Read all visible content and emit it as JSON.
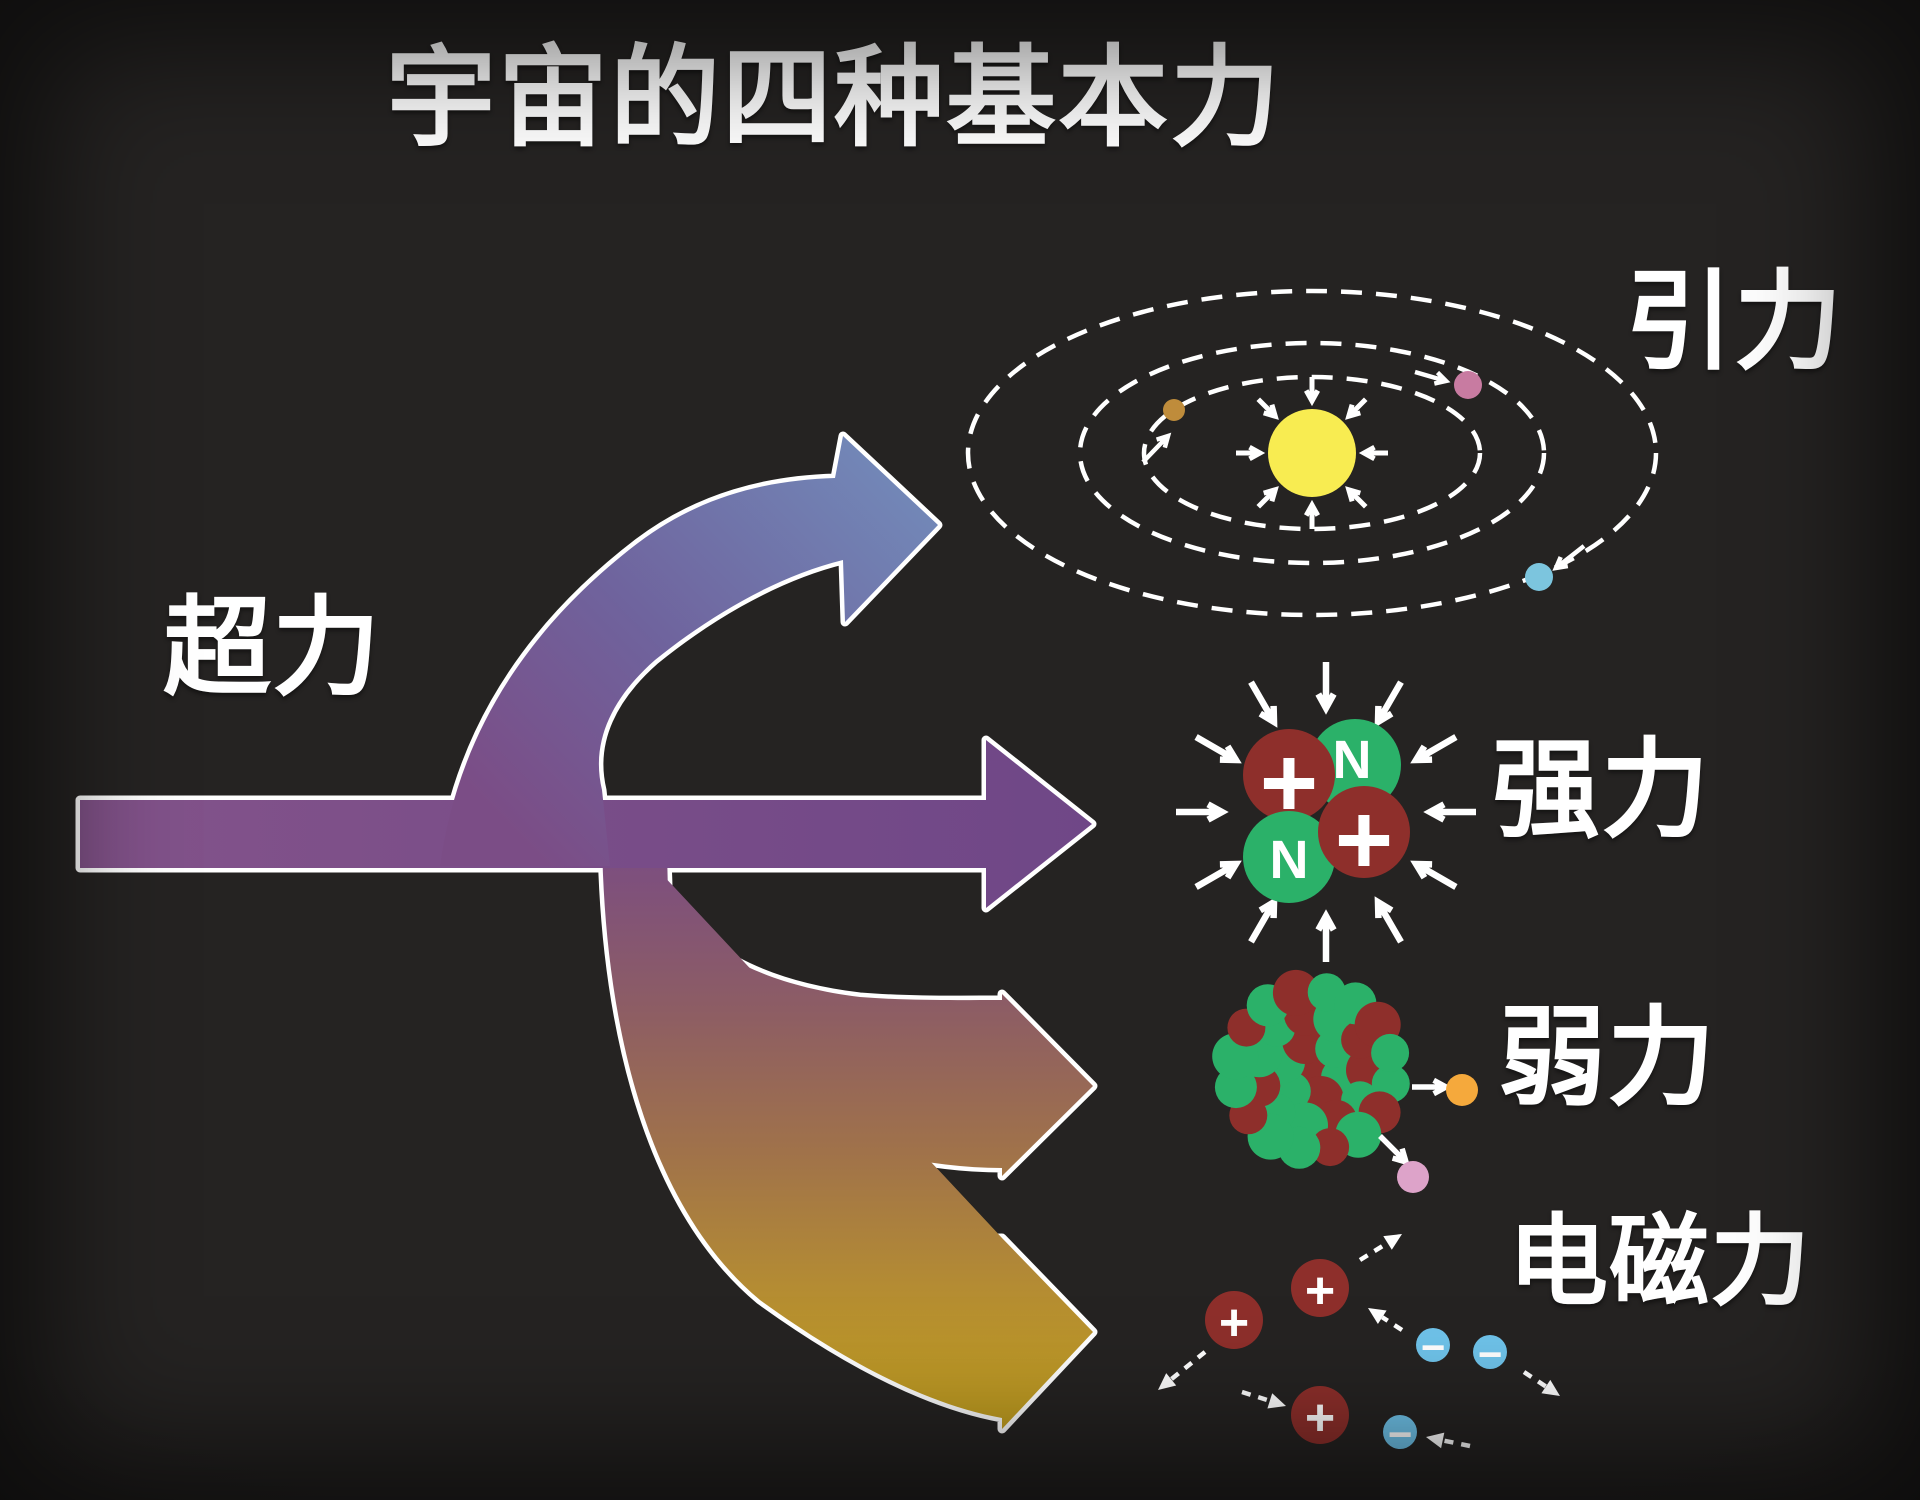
{
  "title": "宇宙的四种基本力",
  "superforce_label": "超力",
  "forces": [
    {
      "id": "gravity",
      "label": "引力"
    },
    {
      "id": "strong",
      "label": "强力"
    },
    {
      "id": "weak",
      "label": "弱力"
    },
    {
      "id": "electromagnetic",
      "label": "电磁力"
    }
  ],
  "symbols": {
    "proton": "+",
    "neutron": "N",
    "positive": "+",
    "negative": "−"
  },
  "colors": {
    "background": "#232120",
    "text": "#ffffff",
    "outline": "#ffffff",
    "arrow_purple": "#7b4d86",
    "arrow_blue": "#7288b8",
    "arrow_brown": "#9f714b",
    "arrow_gold": "#c9a61d",
    "sun_yellow": "#f8ec51",
    "planet_tan": "#bf8c3b",
    "planet_pink": "#c87ba1",
    "planet_blue": "#7cc5de",
    "proton_red": "#8e2f2b",
    "neutron_green": "#2bb169",
    "em_negative_blue": "#6fc3ea",
    "beta_orange": "#f5a93c",
    "beta_pink": "#dda3c9"
  }
}
